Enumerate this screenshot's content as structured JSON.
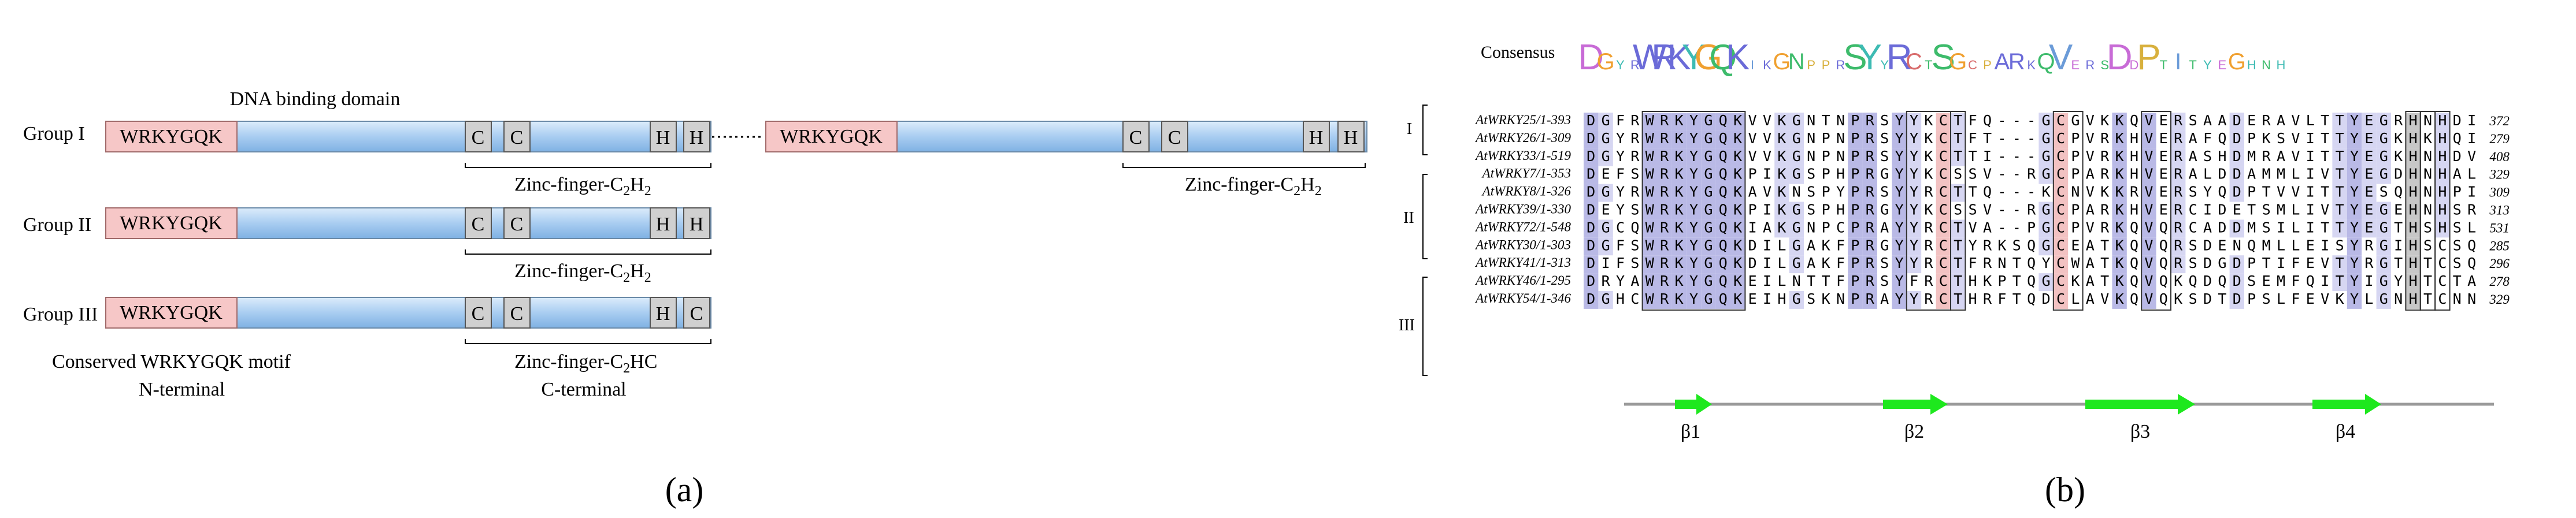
{
  "panel_a": {
    "label": "(a)",
    "domain_title": "DNA binding domain",
    "motif": "WRKYGQK",
    "groups": [
      {
        "name": "Group I",
        "zinc_cells": [
          "C",
          "C",
          "H",
          "H"
        ],
        "zinc_label": "Zinc-finger-C",
        "zinc_sub": [
          "2",
          "2"
        ],
        "zinc_mid": "H",
        "zinc_tail": ""
      },
      {
        "name": "Group II",
        "zinc_cells": [
          "C",
          "C",
          "H",
          "H"
        ],
        "zinc_label": "Zinc-finger-C",
        "zinc_sub": [
          "2",
          "2"
        ],
        "zinc_mid": "H",
        "zinc_tail": ""
      },
      {
        "name": "Group III",
        "zinc_cells": [
          "C",
          "C",
          "H",
          "C"
        ],
        "zinc_label": "Zinc-finger-C",
        "zinc_sub": [
          "2",
          ""
        ],
        "zinc_mid": "HC",
        "zinc_tail": ""
      }
    ],
    "group1_second_domain": {
      "motif": "WRKYGQK",
      "zinc_cells": [
        "C",
        "C",
        "H",
        "H"
      ]
    },
    "bottom_left_line1": "Conserved WRKYGQK motif",
    "bottom_left_line2": "N-terminal",
    "bottom_right_line2": "C-terminal"
  },
  "panel_b": {
    "label": "(b)",
    "consensus_label": "Consensus",
    "consensus_logo": "DGYRWRKYGQKIKGNPPRSYYRCTSGCPARKQVERSDDPTITYEGHNH",
    "group_labels": [
      "I",
      "II",
      "III"
    ],
    "rows": [
      {
        "id": "AtWRKY25/1-393",
        "seq": "DGFRWRKYGQKVVKGNTNPRSYYKCTFQ---GCGVKKQVERSAADERAVLTTYEGRHNHDI",
        "end": "372"
      },
      {
        "id": "AtWRKY26/1-309",
        "seq": "DGYRWRKYGQKVVKGNPNPRSYYKCTFT---GCPVRKHVERAFQDPKSVITTYEGKHKHQI",
        "end": "279"
      },
      {
        "id": "AtWRKY33/1-519",
        "seq": "DGYRWRKYGQKVVKGNPNPRSYYKCTTI---GCPVRKHVERASHDMRAVITTYEGKHNHDV",
        "end": "408"
      },
      {
        "id": "AtWRKY7/1-353",
        "seq": "DEFSWRKYGQKPIKGSPHPRGYYKCSSV--RGCPARKHVERALDDAMMLIVTYEGDHNHAL",
        "end": "329"
      },
      {
        "id": "AtWRKY8/1-326",
        "seq": "DGYRWRKYGQKAVKNSPYPRSYYRCTTQ---KCNVKKRVERSYQDPTVVITTYESQHNHPI",
        "end": "309"
      },
      {
        "id": "AtWRKY39/1-330",
        "seq": "DEYSWRKYGQKPIKGSPHPRGYYKCSSV--RGCPARKHVERCIDETSMLIVTYEGEHNHSR",
        "end": "313"
      },
      {
        "id": "AtWRKY72/1-548",
        "seq": "DGCQWRKYGQKIAKGNPCPRAYYRCTVA--PGCPVRKQVQRCADDMSILITTYEGTHSHSL",
        "end": "531"
      },
      {
        "id": "AtWRKY30/1-303",
        "seq": "DGFSWRKYGQKDILGAKFPRGYYRCTYRKSQGCEATKQVQRSDENQMLLEISYRGIHSCSQ",
        "end": "285"
      },
      {
        "id": "AtWRKY41/1-313",
        "seq": "DIFSWRKYGQKDILGAKFPRSYYRCTFRNTQYCWATKQVQRSDGDPTIFEVTYRGTHTCSQ",
        "end": "296"
      },
      {
        "id": "AtWRKY46/1-295",
        "seq": "DRYAWRKYGQKEILNTTFPRSYFRCTHKPTQGCKATKQVQKQDQDSEMFQITYIGYHTCTA",
        "end": "278"
      },
      {
        "id": "AtWRKY54/1-346",
        "seq": "DGHCWRKYGQKEIHGSKNPRAYYRCTHRFTQDCLAVKQVQKSDTDPSLFEVKYLGNHTCNN",
        "end": "329"
      }
    ],
    "strands": [
      "β1",
      "β2",
      "β3",
      "β4"
    ]
  }
}
